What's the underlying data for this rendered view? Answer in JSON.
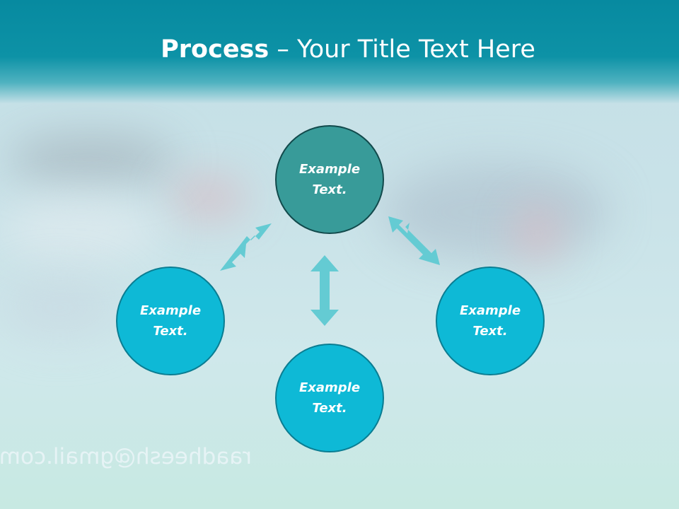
{
  "title": {
    "bold": "Process",
    "rest": " – Your Title Text Here"
  },
  "nodes": [
    {
      "id": "top",
      "text": "Example Text."
    },
    {
      "id": "left",
      "text": "Example Text."
    },
    {
      "id": "bottom",
      "text": "Example Text."
    },
    {
      "id": "right",
      "text": "Example Text."
    }
  ],
  "colors": {
    "header": "#078aa0",
    "top_node": "#389b99",
    "side_node": "#0eb9d6",
    "arrow": "#64cbd3"
  },
  "watermark": "raadheesh@gmail.com"
}
